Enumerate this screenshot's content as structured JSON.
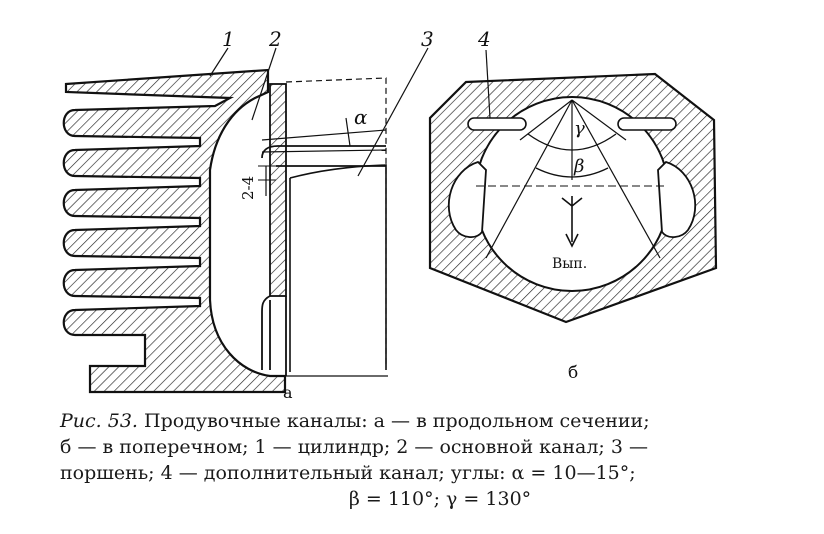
{
  "figure": {
    "labels": {
      "n1": "1",
      "n2": "2",
      "n3": "3",
      "n4": "4",
      "alpha": "α",
      "beta": "β",
      "gamma": "γ",
      "dim": "2-4",
      "exhaust": "Вып.",
      "sub_a": "а",
      "sub_b": "б"
    }
  },
  "caption": {
    "prefix": "Рис. 53.",
    "line1": "Продувочные каналы: а — в продольном сечении;",
    "line2": "б — в поперечном; 1 — цилиндр; 2 — основной канал; 3 —",
    "line3": "поршень; 4 — дополнительный канал; углы: α = 10—15°;",
    "line4": "β = 110°; γ = 130°"
  }
}
